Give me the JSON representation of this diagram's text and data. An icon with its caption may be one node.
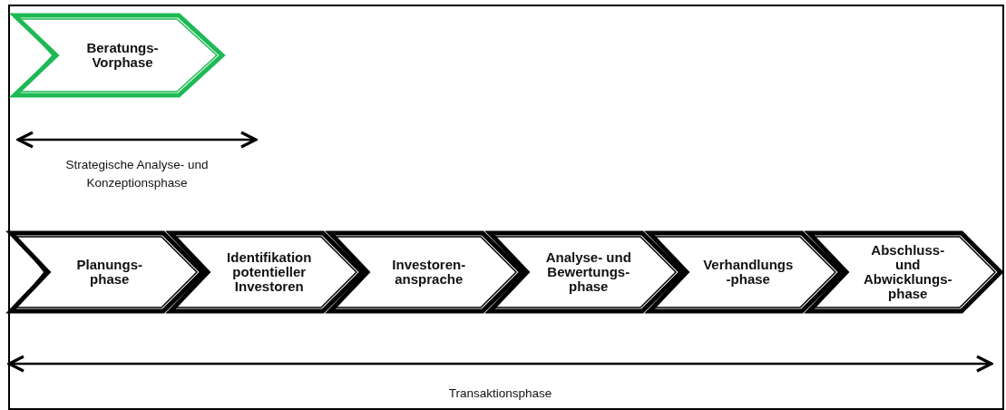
{
  "diagram": {
    "nodes": [
      {
        "text": [
          "Beratungs- Vorphase"
        ]
      },
      {
        "text": [
          "Planungs- phase"
        ]
      },
      {
        "text": [
          "Identifikation potentieller Investoren"
        ]
      },
      {
        "text": [
          "Investoren- ansprache"
        ]
      },
      {
        "text": [
          "Analyse- und Bewertungs- phase"
        ]
      },
      {
        "text": [
          "Verhandlungs -phase"
        ]
      },
      {
        "text": [
          "Abschluss- und Abwicklungs- phase"
        ]
      }
    ],
    "labels": [
      "Strategische Analyse- und Konzeptionsphase",
      "Transaktionsphase"
    ]
  }
}
